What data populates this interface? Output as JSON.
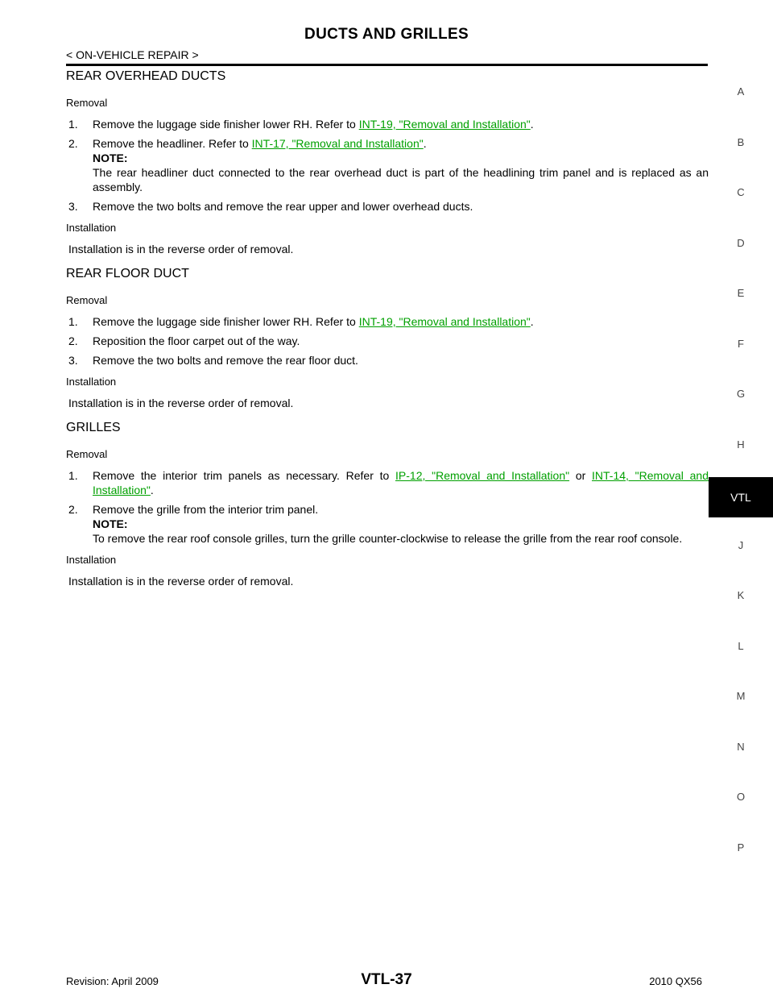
{
  "header": {
    "title": "DUCTS AND GRILLES",
    "section_path": "< ON-VEHICLE REPAIR >"
  },
  "side_tabs": [
    "A",
    "B",
    "C",
    "D",
    "E",
    "F",
    "G",
    "H",
    "VTL",
    "J",
    "K",
    "L",
    "M",
    "N",
    "O",
    "P"
  ],
  "active_tab": "VTL",
  "sections": {
    "rear_overhead": {
      "heading": "REAR OVERHEAD DUCTS",
      "removal_label": "Removal",
      "step1_num": "1.",
      "step1_text": "Remove the luggage side finisher lower RH. Refer to ",
      "step1_link": "INT-19, \"Removal and Installation\"",
      "step2_num": "2.",
      "step2_text": "Remove the headliner. Refer to ",
      "step2_link": "INT-17, \"Removal and Installation\"",
      "step2_note_label": "NOTE:",
      "step2_note": "The rear headliner duct connected to the rear overhead duct is part of the headlining trim panel and is replaced as an assembly.",
      "step3_num": "3.",
      "step3_text": "Remove the two bolts and remove the rear upper and lower overhead ducts.",
      "installation_label": "Installation",
      "installation_text": "Installation is in the reverse order of removal."
    },
    "rear_floor": {
      "heading": "REAR FLOOR DUCT",
      "removal_label": "Removal",
      "step1_num": "1.",
      "step1_text": "Remove the luggage side finisher lower RH. Refer to ",
      "step1_link": "INT-19, \"Removal and Installation\"",
      "step2_num": "2.",
      "step2_text": "Reposition the floor carpet out of the way.",
      "step3_num": "3.",
      "step3_text": "Remove the two bolts and remove the rear floor duct.",
      "installation_label": "Installation",
      "installation_text": "Installation is in the reverse order of removal."
    },
    "grilles": {
      "heading": "GRILLES",
      "removal_label": "Removal",
      "step1_num": "1.",
      "step1_text": "Remove the interior trim panels as necessary. Refer to ",
      "step1_link1": "IP-12, \"Removal and Installation\"",
      "step1_or": " or ",
      "step1_link2": "INT-14, \"Removal and Installation\"",
      "step2_num": "2.",
      "step2_text": "Remove the grille from the interior trim panel.",
      "step2_note_label": "NOTE:",
      "step2_note": "To remove the rear roof console grilles, turn the grille counter-clockwise to release the grille from the rear roof console.",
      "installation_label": "Installation",
      "installation_text": "Installation is in the reverse order of removal."
    }
  },
  "footer": {
    "revision": "Revision: April 2009",
    "page_number": "VTL-37",
    "model": "2010 QX56"
  },
  "period": "."
}
